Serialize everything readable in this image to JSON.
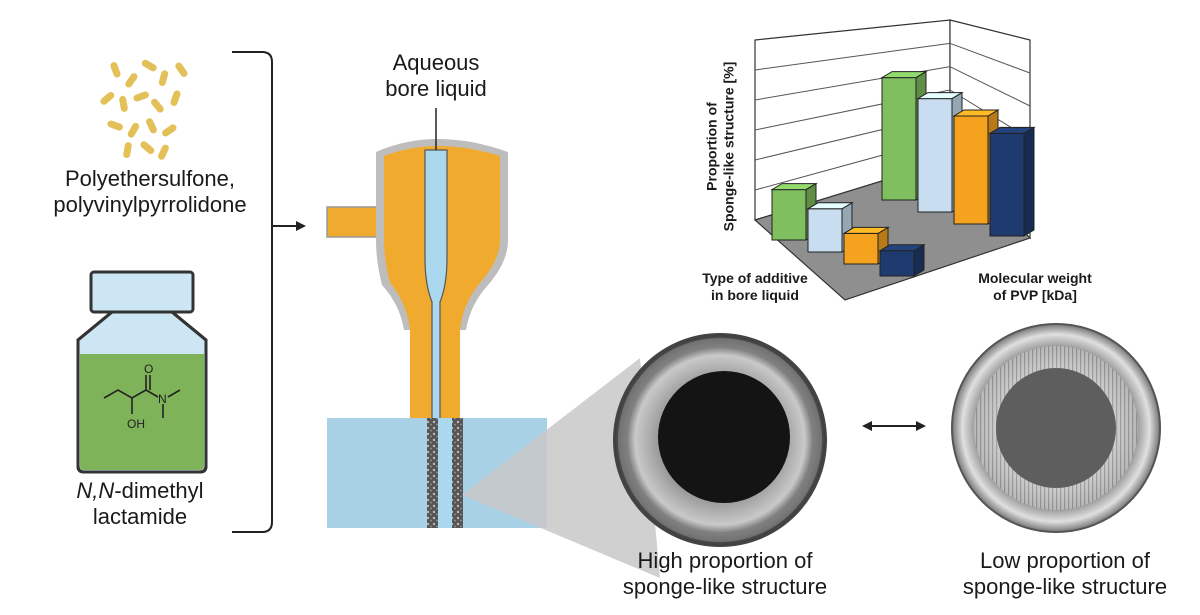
{
  "labels": {
    "polymers_line1": "Polyethersulfone,",
    "polymers_line2": "polyvinylpyrrolidone",
    "solvent_italic": "N,N",
    "solvent_rest": "-dimethyl",
    "solvent_line2": "lactamide",
    "bore_line1": "Aqueous",
    "bore_line2": "bore liquid",
    "high_line1": "High proportion of",
    "high_line2": "sponge-like structure",
    "low_line1": "Low proportion of",
    "low_line2": "sponge-like structure"
  },
  "molecule": {
    "hydroxyl": "OH",
    "oxygen": "O",
    "nitrogen": "N"
  },
  "chart_data": {
    "type": "bar",
    "view": "3d",
    "ylabel_line1": "Proportion of",
    "ylabel_line2": "Sponge-like structure [%]",
    "xlabel_line1": "Type of additive",
    "xlabel_line2": "in bore liquid",
    "zlabel_line1": "Molecular weight",
    "zlabel_line2": "of PVP [kDa]",
    "series": [
      {
        "color": "#7fbf5f",
        "values": [
          28,
          68
        ]
      },
      {
        "color": "#c8def0",
        "values": [
          24,
          63
        ]
      },
      {
        "color": "#f5a21f",
        "values": [
          17,
          60
        ]
      },
      {
        "color": "#1f3a6e",
        "values": [
          14,
          57
        ]
      }
    ]
  },
  "colors": {
    "orange": "#f0ab2e",
    "blue": "#aad8ee",
    "bath": "#a9d1e6",
    "green": "#7fb35a",
    "gold": "#e3c058",
    "gray": "#b9b9b9"
  }
}
